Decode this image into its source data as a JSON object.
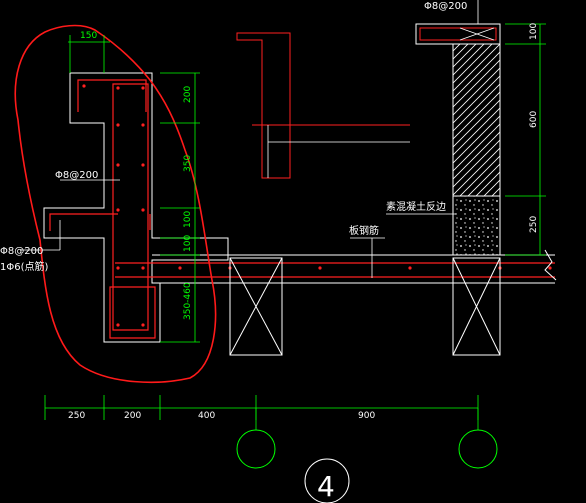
{
  "labels": {
    "rebar_phi8_200_left": "Φ8@200",
    "rebar_phi8_200_bottom_line1": "Φ8@200",
    "rebar_phi8_200_bottom_line2": "1Φ6(点筋)",
    "rebar_phi8_200_top_right": "Φ8@200",
    "slab_rebar": "板钢筋",
    "concrete_curb": "素混凝土反边"
  },
  "dims": {
    "top_150": "150",
    "v_200": "200",
    "v_350": "350",
    "v_100a": "100",
    "v_100b": "100",
    "v_350_460": "350-460",
    "r_100": "100",
    "r_600": "600",
    "r_250": "250",
    "b_250": "250",
    "b_200": "200",
    "b_400": "400",
    "b_900": "900"
  },
  "axis_label": "4",
  "colors": {
    "background": "#000000",
    "dimension": "#00ff00",
    "rebar": "#ff0000",
    "outline": "#ffffff",
    "annotation_cloud": "#ff0000"
  }
}
